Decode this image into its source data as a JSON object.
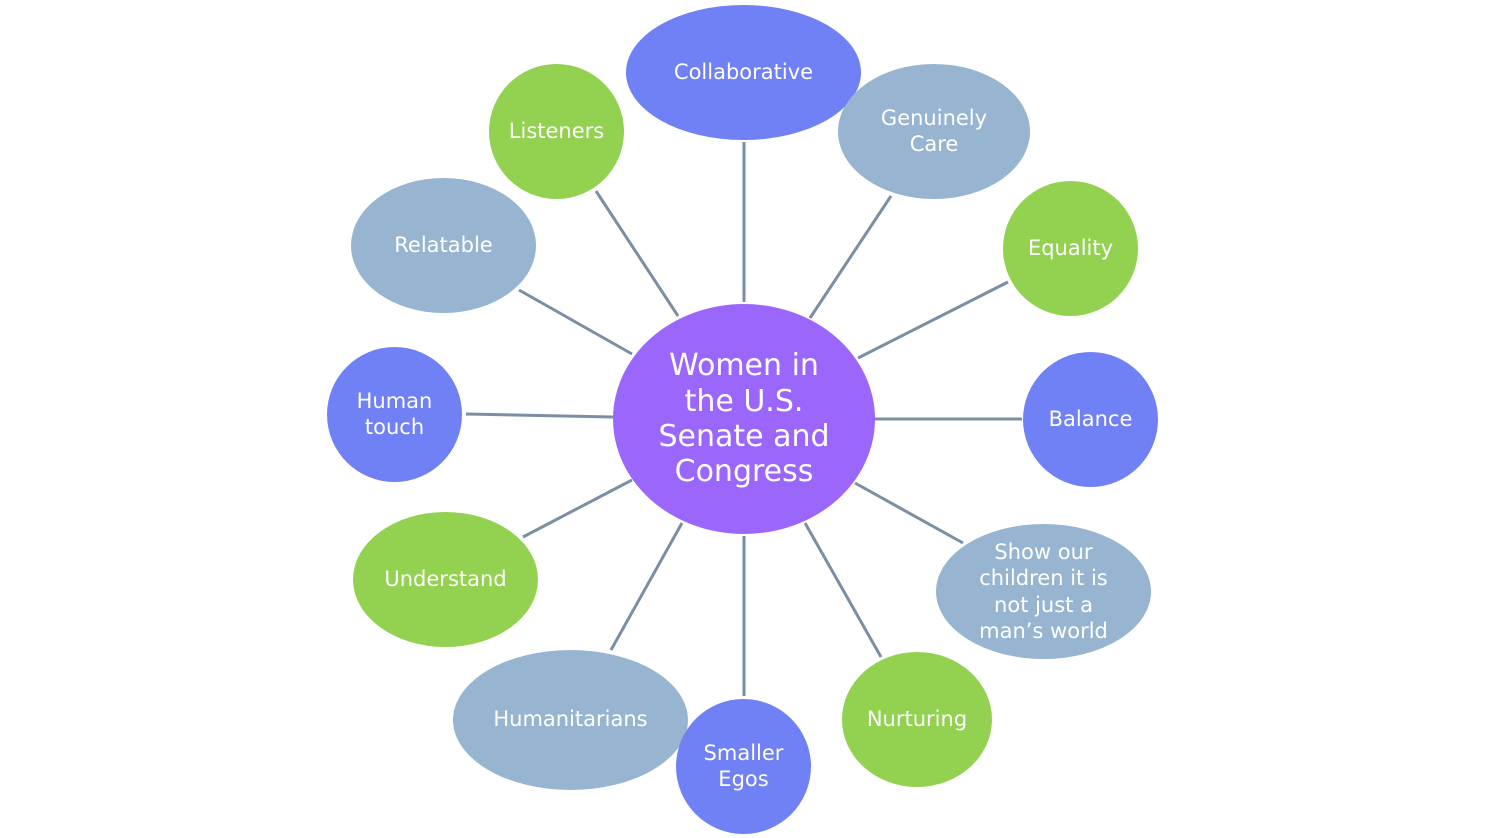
{
  "colors": {
    "center": "#9b66fb",
    "blue": "#7080f5",
    "green": "#93d150",
    "gray_blue": "#97b5d1",
    "connector": "#7a8fa3"
  },
  "center": {
    "label": "Women in the U.S. Senate and Congress",
    "color": "center"
  },
  "nodes": [
    {
      "id": "collaborative",
      "label": "Collaborative",
      "color": "blue"
    },
    {
      "id": "genuinely-care",
      "label": "Genuinely Care",
      "color": "gray_blue"
    },
    {
      "id": "equality",
      "label": "Equality",
      "color": "green"
    },
    {
      "id": "balance",
      "label": "Balance",
      "color": "blue"
    },
    {
      "id": "show-our-children",
      "label": "Show our children it is not just a man’s world",
      "color": "gray_blue"
    },
    {
      "id": "nurturing",
      "label": "Nurturing",
      "color": "green"
    },
    {
      "id": "smaller-egos",
      "label": "Smaller Egos",
      "color": "blue"
    },
    {
      "id": "humanitarians",
      "label": "Humanitarians",
      "color": "gray_blue"
    },
    {
      "id": "understand",
      "label": "Understand",
      "color": "green"
    },
    {
      "id": "human-touch",
      "label": "Human touch",
      "color": "blue"
    },
    {
      "id": "relatable",
      "label": "Relatable",
      "color": "gray_blue"
    },
    {
      "id": "listeners",
      "label": "Listeners",
      "color": "green"
    }
  ]
}
